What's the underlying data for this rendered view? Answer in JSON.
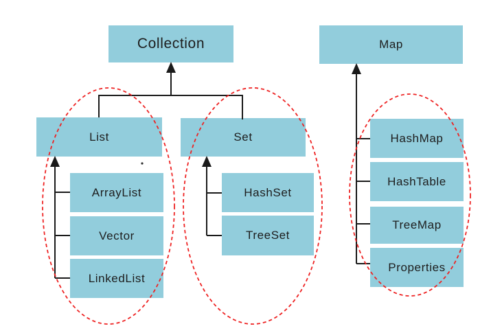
{
  "diagram": {
    "title_hint": "Java Collection framework hierarchy",
    "nodes": {
      "collection": {
        "label": "Collection"
      },
      "map": {
        "label": "Map"
      },
      "list": {
        "label": "List"
      },
      "set": {
        "label": "Set"
      },
      "arraylist": {
        "label": "ArrayList"
      },
      "vector": {
        "label": "Vector"
      },
      "linkedlist": {
        "label": "LinkedList"
      },
      "hashset": {
        "label": "HashSet"
      },
      "treeset": {
        "label": "TreeSet"
      },
      "hashmap": {
        "label": "HashMap"
      },
      "hashtable": {
        "label": "HashTable"
      },
      "treemap": {
        "label": "TreeMap"
      },
      "properties": {
        "label": "Properties"
      }
    },
    "edges": [
      {
        "from": "List",
        "to": "Collection"
      },
      {
        "from": "Set",
        "to": "Collection"
      },
      {
        "from": "ArrayList",
        "to": "List"
      },
      {
        "from": "Vector",
        "to": "List"
      },
      {
        "from": "LinkedList",
        "to": "List"
      },
      {
        "from": "HashSet",
        "to": "Set"
      },
      {
        "from": "TreeSet",
        "to": "Set"
      },
      {
        "from": "HashMap",
        "to": "Map"
      },
      {
        "from": "HashTable",
        "to": "Map"
      },
      {
        "from": "TreeMap",
        "to": "Map"
      },
      {
        "from": "Properties",
        "to": "Map"
      }
    ],
    "groups": [
      "List family",
      "Set family",
      "Map family"
    ],
    "colors": {
      "node_fill": "#92cddc",
      "connector": "#1a1a1a",
      "group_ellipse": "#ee2222",
      "background": "#ffffff",
      "text": "#1d1d1d"
    }
  }
}
